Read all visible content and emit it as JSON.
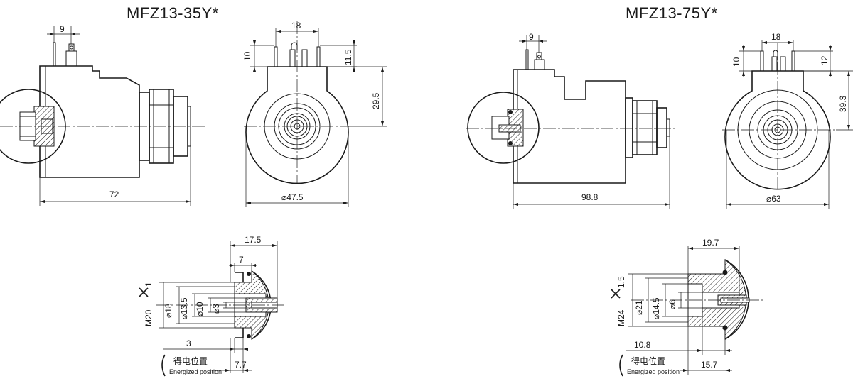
{
  "left": {
    "title": "MFZ13-35Y*",
    "side": {
      "pin_offset": "9",
      "length": "72"
    },
    "front": {
      "pin_span": "18",
      "pin_h1": "10",
      "pin_h2": "11.5",
      "center_h": "29.5",
      "diameter": "⌀47.5"
    },
    "detail": {
      "width": "17.5",
      "depth": "7",
      "thread": "M20",
      "pitch": "1",
      "d1": "⌀18",
      "d2": "⌀13.5",
      "d3": "⌀10",
      "d4": "⌀3",
      "offset": "3",
      "stroke": "7.7"
    }
  },
  "right": {
    "title": "MFZ13-75Y*",
    "side": {
      "pin_offset": "9",
      "length": "98.8"
    },
    "front": {
      "pin_span": "18",
      "pin_h1": "10",
      "pin_h2": "12",
      "center_h": "39.3",
      "diameter": "⌀63"
    },
    "detail": {
      "width": "19.7",
      "thread": "M24",
      "pitch": "1.5",
      "d1": "⌀21",
      "d2": "⌀14.5",
      "d3": "⌀6",
      "offset": "10.8",
      "stroke": "15.7"
    }
  },
  "energized": {
    "cn": "得电位置",
    "en": "Energized position"
  }
}
